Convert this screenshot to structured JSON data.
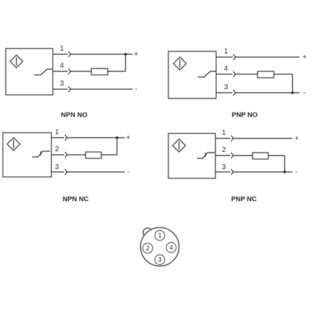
{
  "diagrams": [
    {
      "label": "NPN NO",
      "pins": [
        "1",
        "4",
        "3"
      ],
      "signs": [
        "+",
        "-"
      ]
    },
    {
      "label": "PNP NO",
      "pins": [
        "1",
        "4",
        "3"
      ],
      "signs": [
        "+",
        "-"
      ]
    },
    {
      "label": "NPN NC",
      "pins": [
        "1",
        "2",
        "3"
      ],
      "signs": [
        "+",
        "-"
      ]
    },
    {
      "label": "PNP NC",
      "pins": [
        "1",
        "2",
        "3"
      ],
      "signs": [
        "+",
        "-"
      ]
    }
  ],
  "connector": {
    "pins": [
      "1",
      "2",
      "3",
      "4"
    ]
  }
}
